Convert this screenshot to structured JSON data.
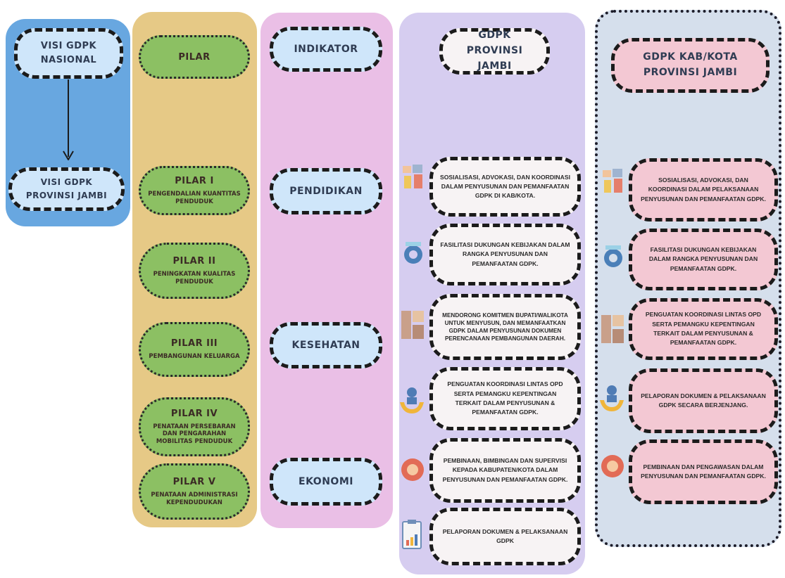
{
  "visi": {
    "nasional_line1": "VISI GDPK",
    "nasional_line2": "NASIONAL",
    "provinsi_line1": "VISI GDPK",
    "provinsi_line2": "PROVINSI JAMBI"
  },
  "pilar": {
    "header": "PILAR",
    "items": [
      {
        "title": "PILAR I",
        "subtitle": "PENGENDALIAN KUANTITAS PENDUDUK"
      },
      {
        "title": "PILAR II",
        "subtitle": "PENINGKATAN KUALITAS PENDUDUK"
      },
      {
        "title": "PILAR III",
        "subtitle": "PEMBANGUNAN KELUARGA"
      },
      {
        "title": "PILAR IV",
        "subtitle": "PENATAAN PERSEBARAN DAN PENGARAHAN MOBILITAS PENDUDUK"
      },
      {
        "title": "PILAR V",
        "subtitle": "PENATAAN ADMINISTRASI KEPENDUDUKAN"
      }
    ]
  },
  "indikator": {
    "header": "INDIKATOR",
    "items": [
      "PENDIDIKAN",
      "KESEHATAN",
      "EKONOMI"
    ]
  },
  "provinsi": {
    "header_line1": "GDPK",
    "header_line2": "PROVINSI JAMBI",
    "items": [
      "SOSIALISASI, ADVOKASI, DAN KOORDINASI DALAM PENYUSUNAN DAN PEMANFAATAN GDPK DI KAB/KOTA.",
      "FASILITASI DUKUNGAN KEBIJAKAN DALAM RANGKA PENYUSUNAN DAN PEMANFAATAN GDPK.",
      "MENDORONG KOMITMEN BUPATI/WALIKOTA UNTUK MENYUSUN, DAN MEMANFAATKAN GDPK DALAM PENYUSUNAN DOKUMEN PERENCANAAN PEMBANGUNAN DAERAH.",
      "PENGUATAN KOORDINASI LINTAS OPD SERTA PEMANGKU KEPENTINGAN TERKAIT DALAM PENYUSUNAN & PEMANFAATAN GDPK.",
      "PEMBINAAN, BIMBINGAN DAN SUPERVISI KEPADA KABUPATEN/KOTA DALAM PENYUSUNAN DAN PEMANFAATAN GDPK.",
      "PELAPORAN DOKUMEN & PELAKSANAAN GDPK"
    ]
  },
  "kabkota": {
    "header_line1": "GDPK KAB/KOTA",
    "header_line2": "PROVINSI JAMBI",
    "items": [
      "SOSIALISASI, ADVOKASI, DAN KOORDINASI DALAM PELAKSANAAN PENYUSUNAN DAN PEMANFAATAN GDPK.",
      "FASILITASI DUKUNGAN KEBIJAKAN DALAM RANGKA PENYUSUNAN DAN PEMANFAATAN GDPK.",
      "PENGUATAN KOORDINASI LINTAS OPD SERTA PEMANGKU KEPENTINGAN TERKAIT DALAM PENYUSUNAN & PEMANFAATAN GDPK.",
      "PELAPORAN DOKUMEN & PELAKSANAAN GDPK SECARA BERJENJANG.",
      "PEMBINAAN DAN PENGAWASAN DALAM PENYUSUNAN DAN PEMANFAATAN GDPK."
    ]
  },
  "colors": {
    "visi_bg": "#68a7e0",
    "pilar_bg": "#e6c986",
    "pilar_pill": "#8cc063",
    "indikator_bg": "#eabfe6",
    "provinsi_bg": "#d6cdf0",
    "kabkota_bg": "#d5dfec",
    "box_blue": "#cfe6fa",
    "box_pink": "#f3c8d3",
    "box_white": "#f7f3f4"
  },
  "icons": [
    "education-icon",
    "policy-gear-icon",
    "commitment-icon",
    "coordination-icon",
    "guidance-icon",
    "report-icon"
  ]
}
